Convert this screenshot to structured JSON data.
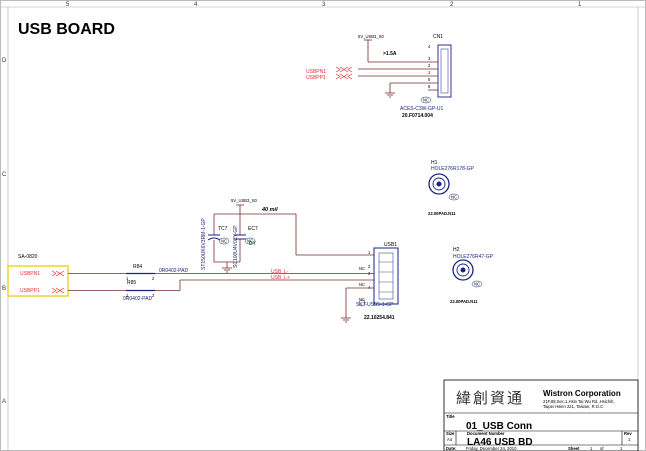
{
  "sheet": {
    "title": "USB BOARD",
    "col_labels": [
      "5",
      "4",
      "3",
      "2",
      "1"
    ],
    "row_labels": [
      "D",
      "C",
      "B",
      "A"
    ]
  },
  "cn1": {
    "ref": "CN1",
    "part": "ACES-C3W-GP-U1",
    "pn": "20.F0714.004",
    "net_power": "5V_USB3_S0",
    "current_note": ">1.5A",
    "pins": [
      "4",
      "3",
      "2",
      "1",
      "5",
      "6"
    ],
    "net_pos": "USBPN1",
    "net_neg": "USBPP1",
    "nc": "NC"
  },
  "h1": {
    "ref": "H1",
    "part": "HOLE276R178-GP",
    "pn": "22.00PAD.N11",
    "nc": "NC"
  },
  "h2": {
    "ref": "H2",
    "part": "HOLE276R47-GP",
    "pn": "22.00PAD.N11",
    "nc": "NC"
  },
  "power_section": {
    "net": "5V_USB3_S0",
    "trace_width": "40 mil",
    "tc7_ref": "TC7",
    "tc7_part": "ST150UK6V3RM-1-GP",
    "ec7_ref": "EC7",
    "ec7_part": "SC100U4V0ZY-GP",
    "ec7_note": "DY",
    "nc": "NC"
  },
  "usb1": {
    "ref": "USB1",
    "part": "SKT-USB5-1-GP",
    "pn": "22.10254.841",
    "pins": [
      "1",
      "2",
      "3",
      "4"
    ],
    "nc_marks": [
      "NC",
      "NC",
      "NC"
    ],
    "net_l": "USB_L-",
    "net_r": "USB_L+"
  },
  "r84": {
    "ref": "R84",
    "pkg": "0R0402-PAD",
    "pin1": "1",
    "pin2": "2"
  },
  "r85": {
    "ref": "R85",
    "pkg": "0R0402-PAD",
    "pin1": "1",
    "pin2": "2"
  },
  "left_block": {
    "header": "SA-0820",
    "net1": "USBPN1",
    "net2": "USBPP1"
  },
  "title_block": {
    "chinese": "緯創資通",
    "corp": "Wistron Corporation",
    "addr1": "21F,88,Sec.1,Hsin Tai Wu Rd.,Hsichih,",
    "addr2": "Taipei Hsien 221, Taiwan, R.O.C",
    "title_label": "Title",
    "title": "01_USB Conn",
    "size_label": "Size",
    "size": "A4",
    "docnum_label": "Document Number",
    "docnum": "LA46 USB BD",
    "rev_label": "Rev",
    "rev": "1",
    "date_label": "Date:",
    "date": "Friday, December 24, 2010",
    "sheet_label": "Sheet",
    "sheet_num": "1",
    "of_label": "of",
    "sheet_total": "1"
  },
  "colors": {
    "wire": "#7a2a2a",
    "net_red": "#e03030",
    "component_blue": "#1a237e",
    "highlight_yellow": "#f0d63a",
    "green_note": "#2e9b2e"
  }
}
